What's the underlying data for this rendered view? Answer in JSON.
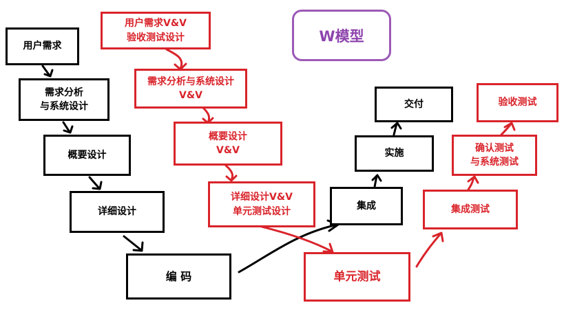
{
  "title": "W模型",
  "left": {
    "user_req": [
      "用户需求"
    ],
    "req_analysis": [
      "需求分析",
      "与系统设计"
    ],
    "overview": [
      "概要设计"
    ],
    "detail": [
      "详细设计"
    ],
    "coding": [
      "编 码"
    ]
  },
  "middle": {
    "accept_design": [
      "用户需求V&V",
      "验收测试设计"
    ],
    "sys_vv": [
      "需求分析与系统设计",
      "V&V"
    ],
    "overview_vv": [
      "概要设计",
      "V&V"
    ],
    "detail_vv": [
      "详细设计V&V",
      "单元测试设计"
    ],
    "unit_test": [
      "单元测试"
    ]
  },
  "right": {
    "integrate": [
      "集成"
    ],
    "implement": [
      "实施"
    ],
    "deliver": [
      "交付"
    ],
    "integ_test": [
      "集成测试"
    ],
    "confirm_test": [
      "确认测试",
      "与系统测试"
    ],
    "accept_test": [
      "验收测试"
    ]
  },
  "colors": {
    "black": "#000000",
    "red": "#d9232a",
    "purple": "#8e44ad"
  }
}
